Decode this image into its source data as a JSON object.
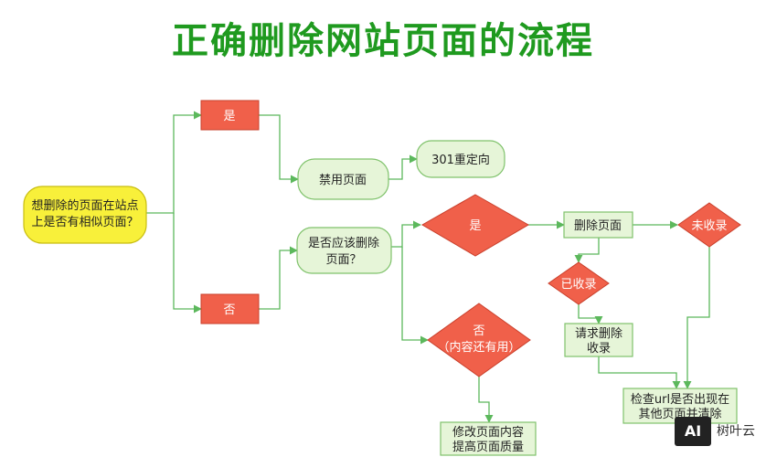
{
  "title": "正确删除网站页面的流程",
  "nodes": {
    "start": [
      "想删除的页面在站点",
      "上是否有相似页面？"
    ],
    "yes1": "是",
    "no1": "否",
    "disable": "禁用页面",
    "redirect": "301重定向",
    "should_delete": [
      "是否应该删除",
      "页面？"
    ],
    "yes2": "是",
    "no2": [
      "否",
      "（内容还有用）"
    ],
    "delete_page": "删除页面",
    "not_indexed": "未收录",
    "indexed": "已收录",
    "request_delete": [
      "请求删除",
      "收录"
    ],
    "check_url": [
      "检查url是否出现在",
      "其他页面并清除"
    ],
    "modify": [
      "修改页面内容",
      "提高页面质量"
    ]
  },
  "colors": {
    "title": "#1f9a1f",
    "line": "#5cb85c",
    "green_fill": "#e6f5d8",
    "green_stroke": "#7fc26b",
    "red_fill": "#f0604a",
    "yellow_fill": "#f8f03a"
  },
  "watermark": {
    "logo": "AI",
    "text": "树叶云"
  }
}
